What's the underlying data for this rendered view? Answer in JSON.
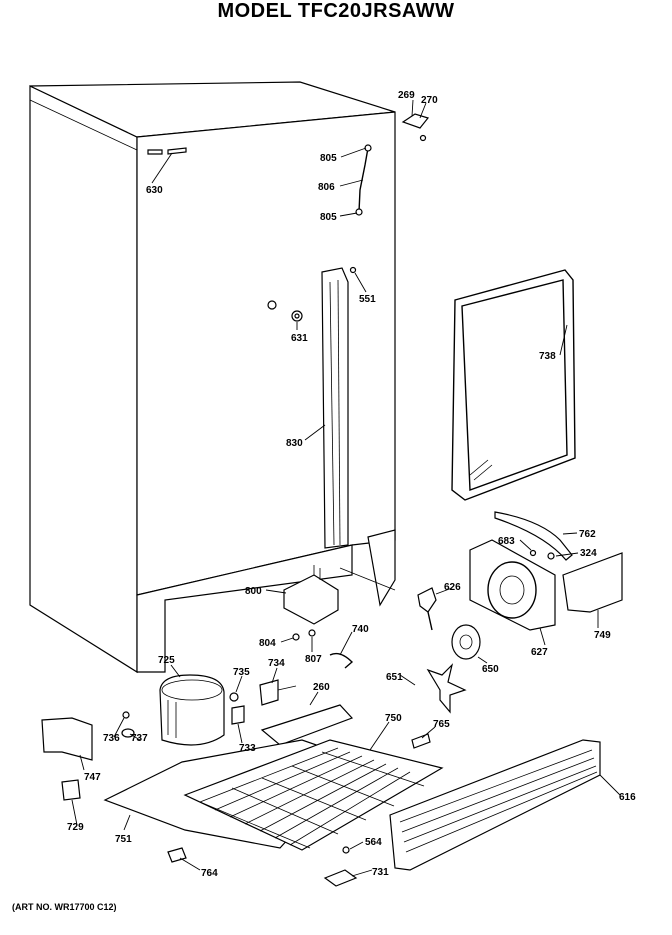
{
  "title": "MODEL TFC20JRSAWW",
  "art_number": "(ART NO. WR17700 C12)",
  "parts": {
    "p269": "269",
    "p270": "270",
    "p630": "630",
    "p805a": "805",
    "p806": "806",
    "p805b": "805",
    "p551": "551",
    "p631": "631",
    "p738": "738",
    "p830": "830",
    "p762": "762",
    "p683": "683",
    "p324": "324",
    "p800": "800",
    "p626": "626",
    "p627": "627",
    "p749": "749",
    "p740": "740",
    "p804": "804",
    "p807": "807",
    "p650": "650",
    "p651": "651",
    "p725": "725",
    "p735": "735",
    "p734": "734",
    "p260": "260",
    "p750": "750",
    "p765": "765",
    "p736": "736",
    "p737": "737",
    "p733": "733",
    "p747": "747",
    "p729": "729",
    "p751": "751",
    "p764": "764",
    "p564": "564",
    "p731": "731",
    "p616": "616"
  }
}
